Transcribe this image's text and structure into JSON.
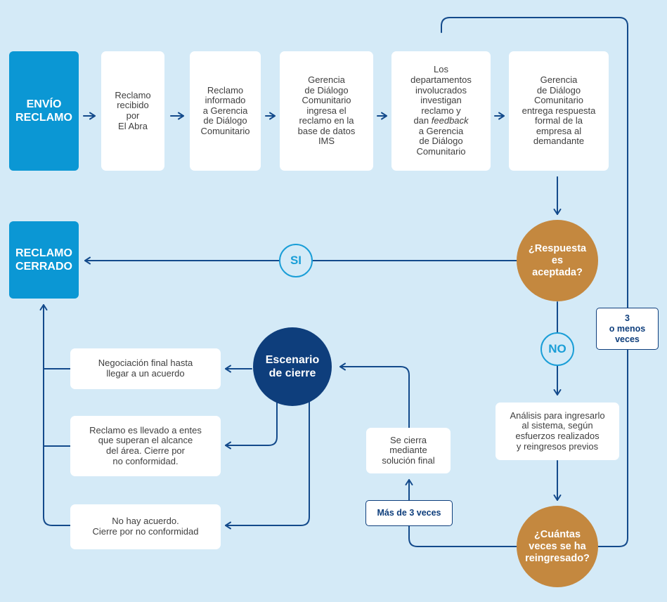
{
  "colors": {
    "background": "#d4eaf7",
    "start_end": "#0b97d4",
    "process_box": "#ffffff",
    "step_text": "#3f3f3f",
    "decision": "#c4883f",
    "closing_scenario": "#0e3e7c",
    "connector": "#134a8b",
    "answer_badge": "#1a9ed7",
    "label_tag": "#0e3e7c"
  },
  "start": {
    "label": "ENVÍO\nRECLAMO"
  },
  "process_steps": [
    {
      "text": "Reclamo\nrecibido\npor\nEl Abra"
    },
    {
      "text": "Reclamo\ninformado\na Gerencia\nde Diálogo\nComunitario"
    },
    {
      "text": "Gerencia\nde Diálogo\nComunitario\ningresa el\nreclamo en la\nbase de datos\nIMS"
    },
    {
      "text_before": "Los\ndepartamentos\ninvolucrados\ninvestigan\nreclamo y\ndan ",
      "emphasis": "feedback",
      "text_after": "\na Gerencia\nde Diálogo\nComunitario"
    },
    {
      "text": "Gerencia\nde Diálogo\nComunitario\nentrega respuesta\nformal de la\nempresa al\ndemandante"
    }
  ],
  "acceptance_decision": {
    "question": "¿Respuesta\nes\naceptada?",
    "yes_label": "SI",
    "no_label": "NO"
  },
  "end": {
    "label": "RECLAMO\nCERRADO"
  },
  "analysis_step": {
    "text": "Análisis para ingresarlo\nal sistema, según\nesfuerzos realizados\ny reingresos previos"
  },
  "reentry_decision": {
    "question": "¿Cuántas\nveces se ha\nreingresado?",
    "three_or_fewer_label": "3\no menos\nveces",
    "more_than_three_label": "Más de 3 veces"
  },
  "final_solution_step": {
    "text": "Se cierra\nmediante\nsolución final"
  },
  "closing_scenario": {
    "title": "Escenario\nde cierre",
    "outcomes": [
      {
        "text": "Negociación final hasta\nllegar a un acuerdo"
      },
      {
        "text": "Reclamo es llevado a entes\nque superan el alcance\ndel área. Cierre por\nno conformidad."
      },
      {
        "text": "No hay acuerdo.\nCierre por no conformidad"
      }
    ]
  }
}
